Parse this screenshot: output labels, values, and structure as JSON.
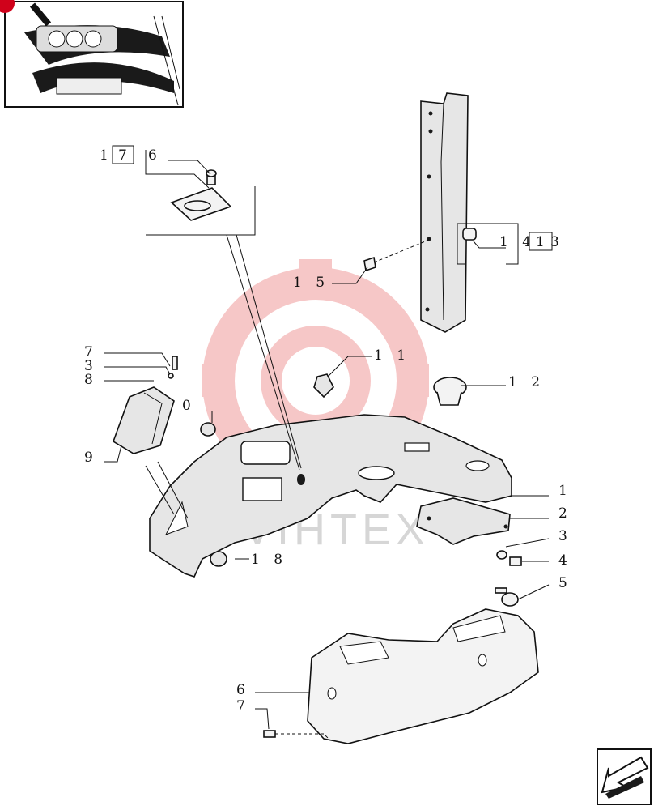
{
  "labels": {
    "n1": "1",
    "n2": "2",
    "n3a": "3",
    "n3b": "3",
    "n4": "4",
    "n5": "5",
    "n6": "6",
    "n7a": "7",
    "n7b": "7",
    "n8": "8",
    "n9": "9",
    "n10": "0",
    "n11": "1 1",
    "n12": "1 2",
    "n14": "1 4",
    "n13": "3",
    "n15": "1 5",
    "n16": "6",
    "n17": "1",
    "n18": "1 8",
    "box_top": "7",
    "box_right": "1"
  },
  "watermark": {
    "text": "VIHTEX",
    "color": "#e23b3b"
  },
  "icons": {
    "thumbnail": "tractor-dashboard-thumbnail-icon",
    "nav": "arrow-down-left-icon"
  },
  "colors": {
    "line": "#111111",
    "part_fill": "#e6e6e6",
    "accent": "#d0021b"
  }
}
